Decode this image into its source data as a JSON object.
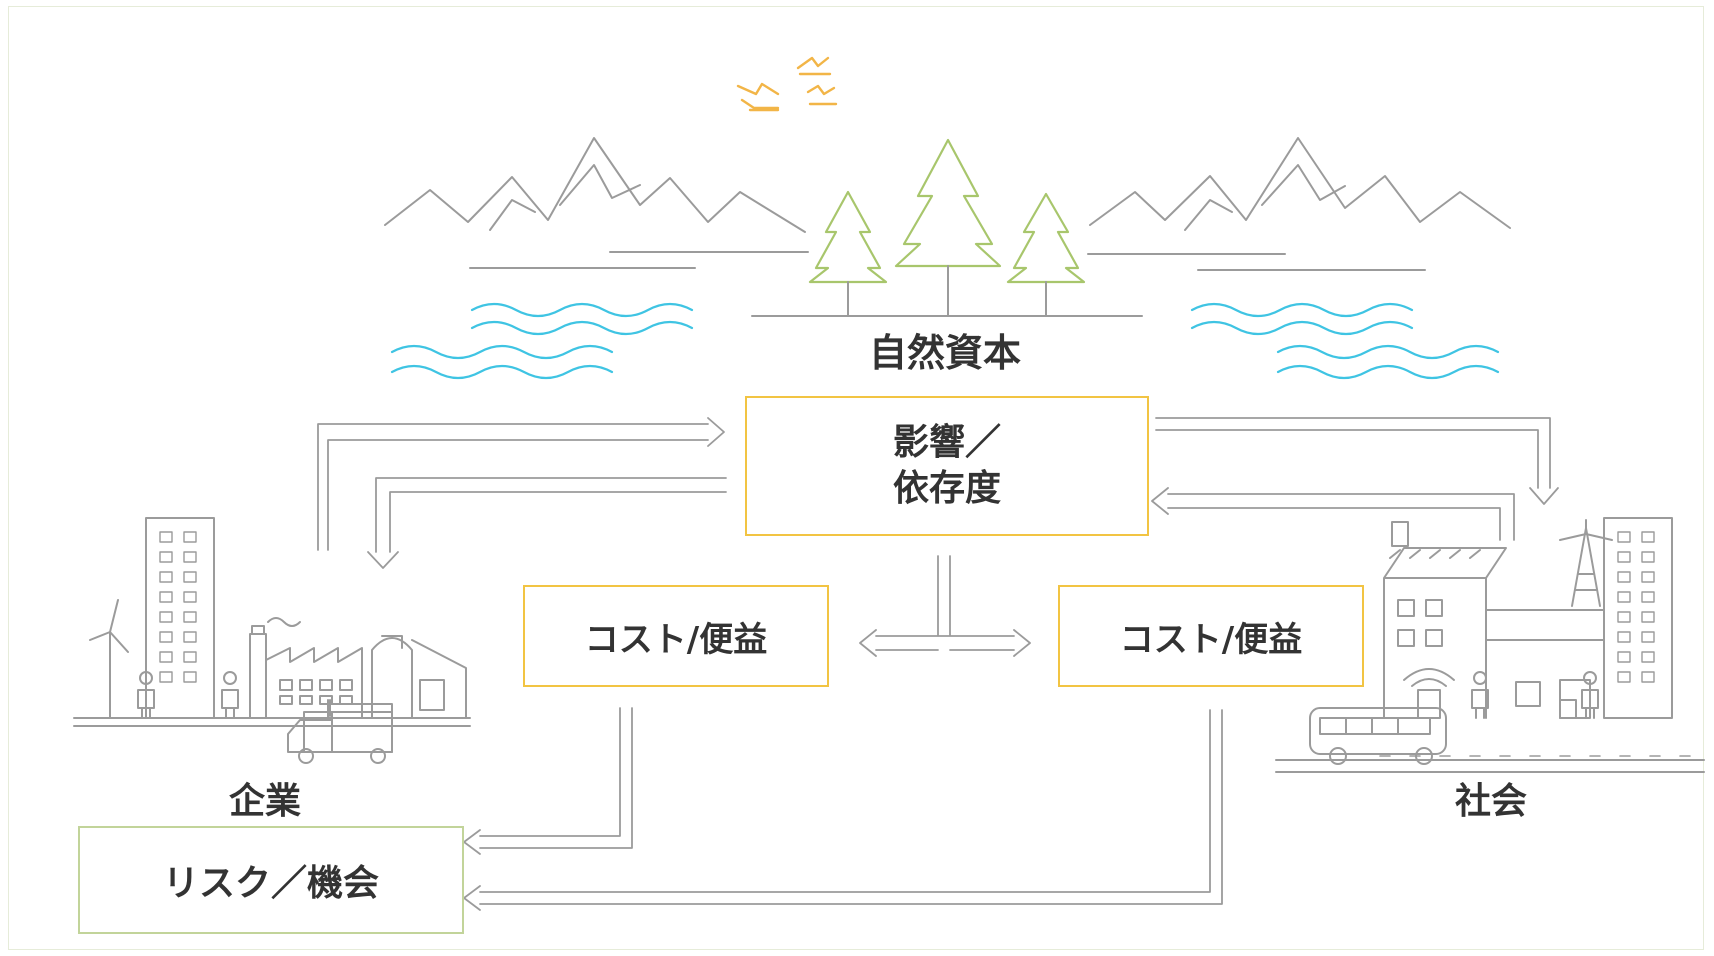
{
  "labels": {
    "natural_capital": "自然資本",
    "company": "企業",
    "society": "社会"
  },
  "boxes": {
    "impact_line1": "影響／",
    "impact_line2": "依存度",
    "cost_benefit_left": "コスト/便益",
    "cost_benefit_right": "コスト/便益",
    "risk_opportunity": "リスク／機会"
  },
  "colors": {
    "line_gray": "#9b9b9b",
    "tree_green": "#a8c66c",
    "water_blue": "#3fc4e3",
    "bird_orange": "#f2b547",
    "box_yellow": "#f2c443",
    "box_green": "#c2d49a",
    "text": "#333333"
  },
  "icons": {
    "birds": "birds-icon",
    "mountains": "mountains-icon",
    "trees": "trees-icon",
    "water": "water-waves-icon",
    "factory": "factory-icon",
    "city": "city-icon"
  }
}
